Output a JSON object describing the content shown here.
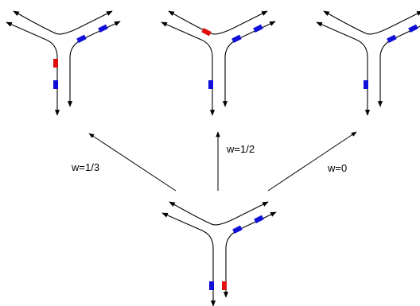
{
  "colors": {
    "car_primary": "#1010d8",
    "car_highlight": "#e01010",
    "line": "#000000"
  },
  "transitions": [
    {
      "label": "w=1/3"
    },
    {
      "label": "w=1/2"
    },
    {
      "label": "w=0"
    }
  ],
  "junctions": [
    {
      "id": "state-left",
      "cars": [
        "blue",
        "blue",
        "red",
        "blue"
      ]
    },
    {
      "id": "state-middle",
      "cars": [
        "blue",
        "blue",
        "red",
        "blue"
      ]
    },
    {
      "id": "state-right",
      "cars": [
        "blue",
        "blue",
        "blue"
      ]
    },
    {
      "id": "state-bottom",
      "cars": [
        "blue",
        "blue",
        "blue",
        "red"
      ]
    }
  ]
}
